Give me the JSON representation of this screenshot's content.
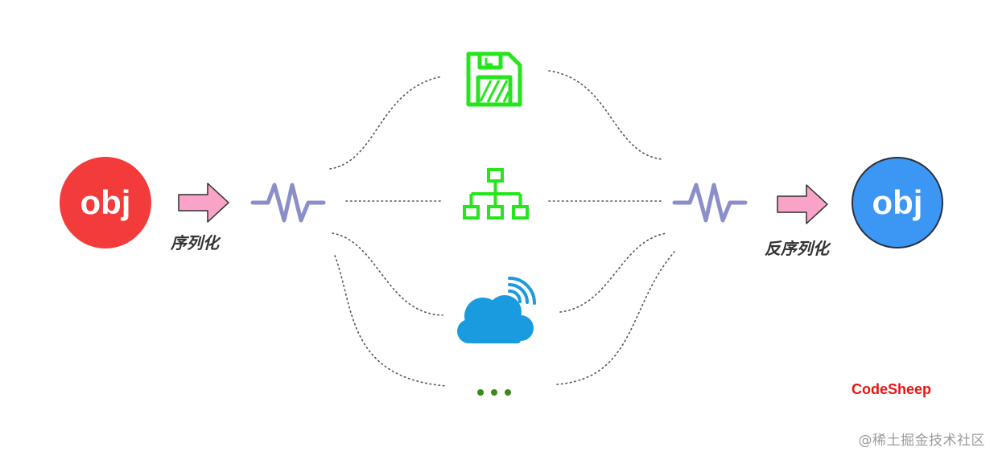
{
  "source_object": {
    "text": "obj",
    "color": "#f33b3b"
  },
  "target_object": {
    "text": "obj",
    "color": "#3b97f3",
    "border": "#2a3040"
  },
  "serialize_label": "序列化",
  "deserialize_label": "反序列化",
  "arrow_color": "#f9a3c8",
  "wave_color": "#8a8fc9",
  "channels": [
    {
      "icon": "floppy-disk-icon",
      "color": "#25e61c"
    },
    {
      "icon": "network-tree-icon",
      "color": "#25e61c"
    },
    {
      "icon": "cloud-wireless-icon",
      "color": "#1a9be0"
    },
    {
      "icon": "more-dots-icon",
      "color": "#3a8a1a"
    }
  ],
  "brand": "CodeSheep",
  "watermark": "@稀土掘金技术社区"
}
